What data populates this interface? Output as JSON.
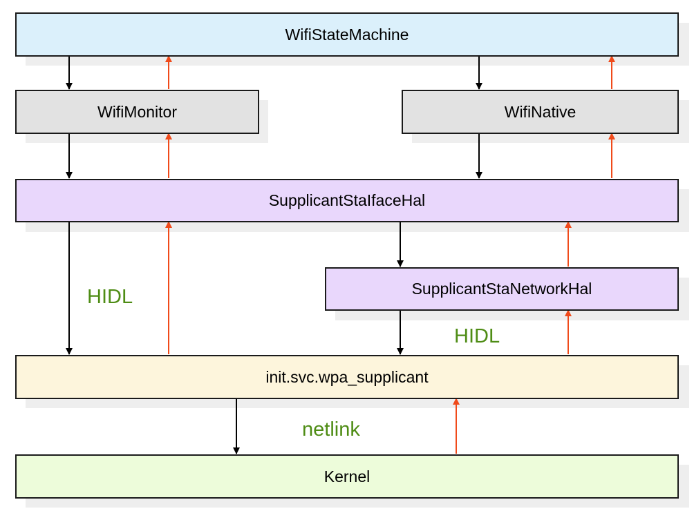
{
  "colors": {
    "wifi_state_machine_fill": "#dbf0fb",
    "wifi_monitor_fill": "#e2e2e2",
    "wifi_native_fill": "#e2e2e2",
    "supplicant_sta_iface_hal_fill": "#e9d7fc",
    "supplicant_sta_network_hal_fill": "#e9d7fc",
    "wpa_supplicant_fill": "#fdf5dc",
    "kernel_fill": "#edfcda",
    "down_arrow": "#000000",
    "up_arrow": "#f04a1a",
    "label_text": "#4e8c14"
  },
  "nodes": {
    "wifi_state_machine": "WifiStateMachine",
    "wifi_monitor": "WifiMonitor",
    "wifi_native": "WifiNative",
    "supplicant_sta_iface_hal": "SupplicantStaIfaceHal",
    "supplicant_sta_network_hal": "SupplicantStaNetworkHal",
    "wpa_supplicant": "init.svc.wpa_supplicant",
    "kernel": "Kernel"
  },
  "edge_labels": {
    "hidl_left": "HIDL",
    "hidl_right": "HIDL",
    "netlink": "netlink"
  }
}
